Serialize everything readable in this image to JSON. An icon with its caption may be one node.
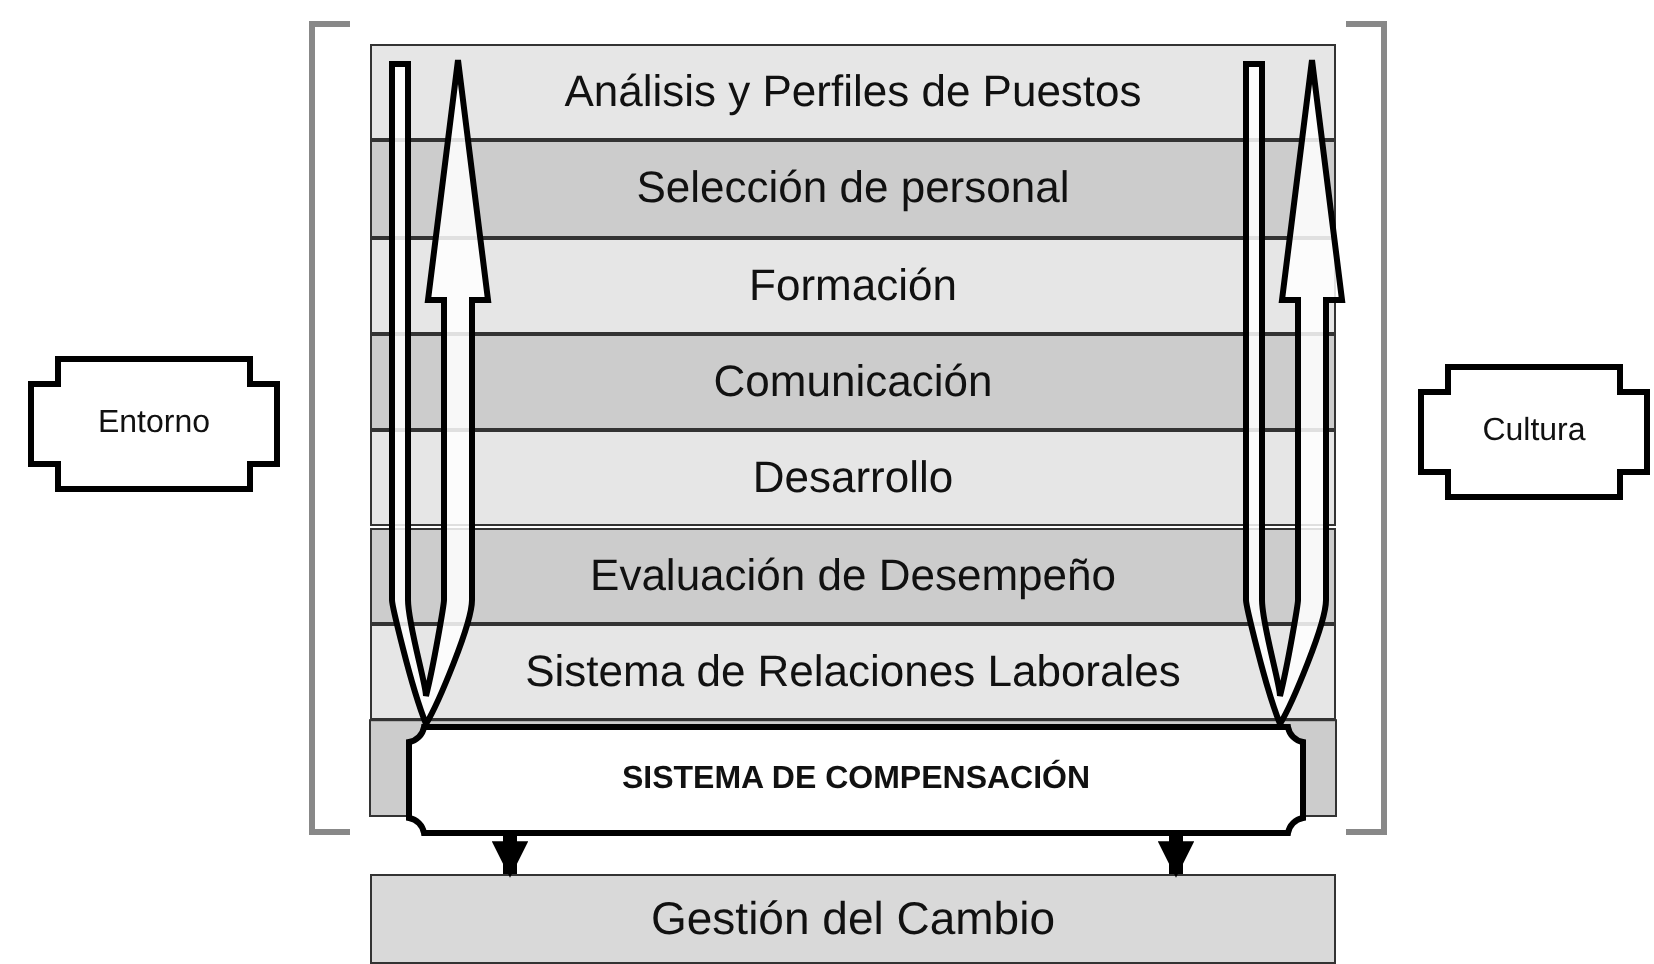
{
  "diagram": {
    "nodes": [
      {
        "text": [
          "Análisis y Perfiles de Puestos"
        ]
      },
      {
        "text": [
          "Selección de personal"
        ]
      },
      {
        "text": [
          "Formación"
        ]
      },
      {
        "text": [
          "Comunicación"
        ]
      },
      {
        "text": [
          "Desarrollo"
        ]
      },
      {
        "text": [
          "Evaluación de Desempeño"
        ]
      },
      {
        "text": [
          "Sistema de Relaciones Laborales"
        ]
      },
      {
        "text": [
          "SISTEMA DE COMPENSACIÓN"
        ]
      },
      {
        "text": [
          "Gestión del Cambio"
        ]
      },
      {
        "text": [
          "Entorno"
        ]
      },
      {
        "text": [
          "Cultura"
        ]
      }
    ],
    "edges": [
      {
        "from": 7,
        "to": 8,
        "arrow": "to"
      },
      {
        "from": 7,
        "to": 8,
        "arrow": "to"
      },
      {
        "from": 7,
        "to": null,
        "arrow": "to"
      },
      {
        "from": 7,
        "to": null,
        "arrow": "to"
      }
    ]
  }
}
